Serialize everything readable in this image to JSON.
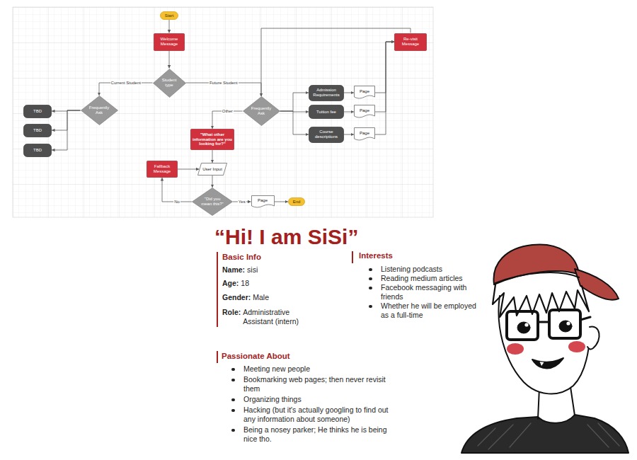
{
  "diagram": {
    "title": "“Hi! I am SiSi”",
    "nodes": [
      {
        "text": [
          "Start"
        ]
      },
      {
        "text": [
          "Welcome Message"
        ]
      },
      {
        "text": [
          "Student type"
        ]
      },
      {
        "text": [
          "Frequently Ask"
        ]
      },
      {
        "text": [
          "TBD"
        ]
      },
      {
        "text": [
          "TBD"
        ]
      },
      {
        "text": [
          "TBD"
        ]
      },
      {
        "text": [
          "Frequently Ask"
        ]
      },
      {
        "text": [
          "Admission Requirements"
        ]
      },
      {
        "text": [
          "Page"
        ]
      },
      {
        "text": [
          "Tuition fee"
        ]
      },
      {
        "text": [
          "Page"
        ]
      },
      {
        "text": [
          "Course descriptions"
        ]
      },
      {
        "text": [
          "Page"
        ]
      },
      {
        "text": [
          "Re-visit Message"
        ]
      },
      {
        "text": [
          "\"What other information are you looking for?\""
        ]
      },
      {
        "text": [
          "User Input"
        ]
      },
      {
        "text": [
          "Fallback Message"
        ]
      },
      {
        "text": [
          "\"Did you mean this?\""
        ]
      },
      {
        "text": [
          "Page"
        ]
      },
      {
        "text": [
          "End"
        ]
      }
    ],
    "edges": [
      {
        "from": 0,
        "to": 1,
        "arrow": "to"
      },
      {
        "from": 1,
        "to": 2,
        "arrow": "to"
      },
      {
        "from": 2,
        "to": 3,
        "label": "Current Student",
        "arrow": "to"
      },
      {
        "from": 2,
        "to": 7,
        "label": "Future Student",
        "arrow": "to"
      },
      {
        "from": 3,
        "to": 4,
        "arrow": "to"
      },
      {
        "from": 3,
        "to": 5,
        "arrow": "to"
      },
      {
        "from": 3,
        "to": 6,
        "arrow": "to"
      },
      {
        "from": 7,
        "to": 8,
        "arrow": "to"
      },
      {
        "from": 7,
        "to": 10,
        "arrow": "to"
      },
      {
        "from": 7,
        "to": 12,
        "arrow": "to"
      },
      {
        "from": 8,
        "to": 9,
        "arrow": "to"
      },
      {
        "from": 10,
        "to": 11,
        "arrow": "to"
      },
      {
        "from": 12,
        "to": 13,
        "arrow": "to"
      },
      {
        "from": 9,
        "to": 14,
        "arrow": "to"
      },
      {
        "from": 11,
        "to": 14,
        "arrow": "to"
      },
      {
        "from": 13,
        "to": 14,
        "arrow": "to"
      },
      {
        "from": 14,
        "to": 7,
        "arrow": "to"
      },
      {
        "from": 7,
        "to": 15,
        "label": "Other",
        "arrow": "to"
      },
      {
        "from": 15,
        "to": 16,
        "arrow": "to"
      },
      {
        "from": 16,
        "to": 18,
        "arrow": "to"
      },
      {
        "from": 18,
        "to": 19,
        "label": "Yes",
        "arrow": "to"
      },
      {
        "from": 19,
        "to": 20,
        "arrow": "to"
      },
      {
        "from": 18,
        "to": 17,
        "label": "No",
        "arrow": "to"
      },
      {
        "from": 17,
        "to": 16,
        "arrow": "to"
      }
    ],
    "labels": [
      "Basic Info",
      "Name:",
      "sisi",
      "Age:",
      "18",
      "Gender:",
      "Male",
      "Role:",
      "Administrative Assistant (intern)",
      "Interests",
      "Listening podcasts",
      "Reading medium articles",
      "Facebook messaging with friends",
      "Whether he will be employed as a full-time",
      "Passionate About",
      "Meeting new people",
      "Bookmarking web pages; then never revisit them",
      "Organizing things",
      "Hacking (but it's actually googling to find out any information about someone)",
      "Being a nosey parker; He thinks he is being nice tho."
    ]
  }
}
